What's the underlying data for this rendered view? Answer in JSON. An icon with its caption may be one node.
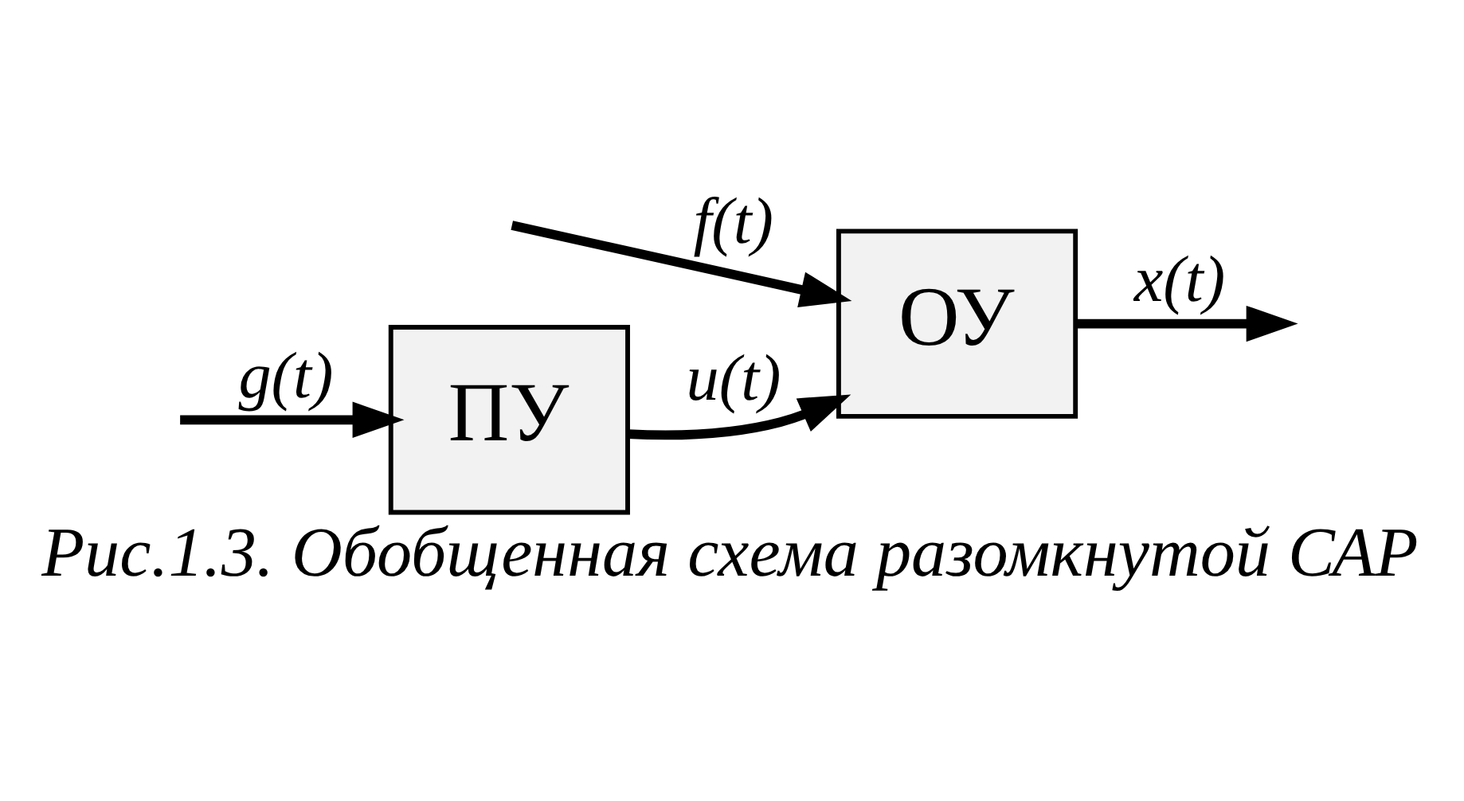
{
  "diagram": {
    "caption": "Рис.1.3. Обобщенная схема разомкнутой САР",
    "nodes": [
      {
        "text": [
          "ПУ"
        ]
      },
      {
        "text": [
          "ОУ"
        ]
      }
    ],
    "edges": [
      {
        "from": null,
        "to": 0,
        "arrow": "to",
        "label": "g(t)"
      },
      {
        "from": 0,
        "to": 1,
        "arrow": "to",
        "label": "u(t)"
      },
      {
        "from": null,
        "to": 1,
        "arrow": "to",
        "label": "f(t)"
      },
      {
        "from": 1,
        "to": null,
        "arrow": "to",
        "label": "x(t)"
      }
    ]
  }
}
